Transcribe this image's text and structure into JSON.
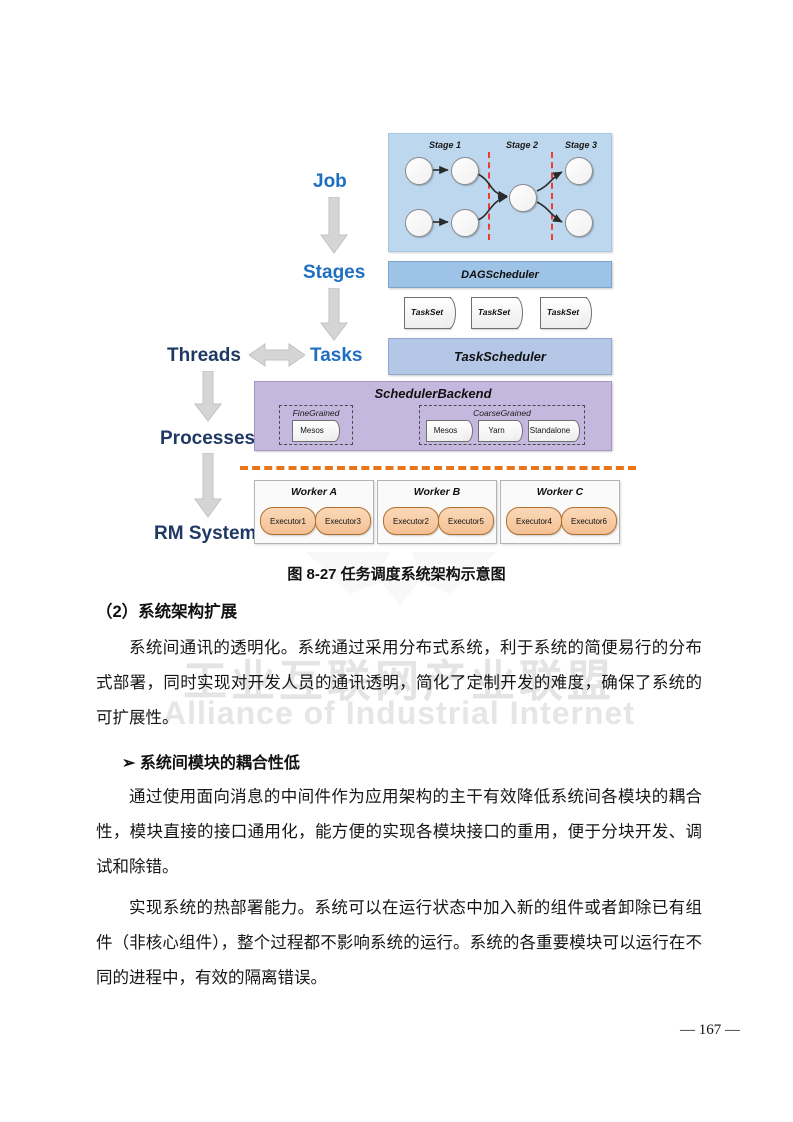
{
  "figure": {
    "flow_labels_right": [
      {
        "text": "Job",
        "color": "#1f6fc0"
      },
      {
        "text": "Stages",
        "color": "#1f6fc0"
      },
      {
        "text": "Tasks",
        "color": "#1f6fc0"
      }
    ],
    "flow_labels_left": [
      {
        "text": "Threads",
        "color": "#1f3864"
      },
      {
        "text": "Processes",
        "color": "#1f3864"
      },
      {
        "text": "RM System",
        "color": "#1f3864"
      }
    ],
    "dag": {
      "stages": [
        "Stage 1",
        "Stage 2",
        "Stage 3"
      ],
      "panel_color": "#bdd7ee",
      "divider_color": "#ee3b33",
      "node_count": 7
    },
    "dag_scheduler": {
      "label": "DAGScheduler",
      "color": "#9dc3e6"
    },
    "task_sets": [
      "TaskSet",
      "TaskSet",
      "TaskSet"
    ],
    "task_scheduler": {
      "label": "TaskScheduler",
      "color": "#b4c7e7"
    },
    "scheduler_backend": {
      "title": "SchedulerBackend",
      "color": "#c5b8de",
      "groups": [
        {
          "label": "FineGrained",
          "items": [
            "Mesos"
          ]
        },
        {
          "label": "CoarseGrained",
          "items": [
            "Mesos",
            "Yarn",
            "Standalone"
          ]
        }
      ]
    },
    "separator_color": "#e8751a",
    "workers": [
      {
        "name": "Worker A",
        "executors": [
          "Executor1",
          "Executor3"
        ]
      },
      {
        "name": "Worker B",
        "executors": [
          "Executor2",
          "Executor5"
        ]
      },
      {
        "name": "Worker C",
        "executors": [
          "Executor4",
          "Executor6"
        ]
      }
    ],
    "executor_color": "#f4c094",
    "caption": "图 8-27    任务调度系统架构示意图"
  },
  "content": {
    "heading": "（2）系统架构扩展",
    "paragraph1": "系统间通讯的透明化。系统通过采用分布式系统，利于系统的简便易行的分布式部署，同时实现对开发人员的通讯透明，简化了定制开发的难度，确保了系统的可扩展性。",
    "bullet_heading": "➢ 系统间模块的耦合性低",
    "paragraph2": "通过使用面向消息的中间件作为应用架构的主干有效降低系统间各模块的耦合性，模块直接的接口通用化，能方便的实现各模块接口的重用，便于分块开发、调试和除错。",
    "paragraph3": "实现系统的热部署能力。系统可以在运行状态中加入新的组件或者卸除已有组件（非核心组件），整个过程都不影响系统的运行。系统的各重要模块可以运行在不同的进程中，有效的隔离错误。"
  },
  "watermark": {
    "chinese": "工业互联网产业联盟",
    "english": "Alliance of Industrial Internet"
  },
  "footer": {
    "page_number": "— 167 —"
  }
}
